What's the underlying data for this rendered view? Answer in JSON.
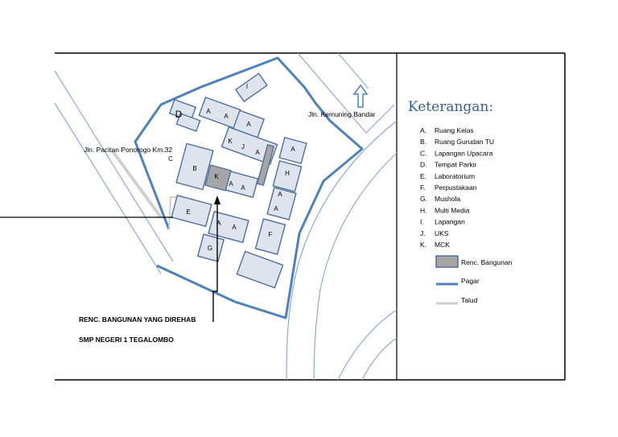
{
  "map": {
    "roads": {
      "north_label": "Jln. Kemuning Bandar",
      "west_label": "Jln. Pacitan Ponorogo Km.32"
    },
    "school_name": "SMP NEGERI 1 TEGALOMBO",
    "rehab_label": "RENC. BANGUNAN YANG DIREHAB",
    "building_letters": {
      "i": "I",
      "d": "D",
      "a1": "A",
      "a2": "A",
      "a3": "A",
      "k1": "K",
      "j": "J",
      "a4": "A",
      "a5": "A",
      "c": "C",
      "b": "B",
      "k2": "K",
      "a6": "A",
      "a7": "A",
      "h": "H",
      "a8": "A",
      "a9": "A",
      "e": "E",
      "a10": "A",
      "a11": "A",
      "f": "F",
      "g": "G"
    }
  },
  "legend": {
    "title": "Keterangan:",
    "items": [
      {
        "key": "A.",
        "label": "Ruang Kelas"
      },
      {
        "key": "B.",
        "label": "Ruang Gurudan TU"
      },
      {
        "key": "C.",
        "label": "Lapangan Upacara"
      },
      {
        "key": "D.",
        "label": "Tempat Parkir"
      },
      {
        "key": "E.",
        "label": "Laboratorium"
      },
      {
        "key": "F.",
        "label": "Perpustakaan"
      },
      {
        "key": "G.",
        "label": "Mushola"
      },
      {
        "key": "H.",
        "label": "Multi Media"
      },
      {
        "key": "I.",
        "label": "Lapangan"
      },
      {
        "key": "J.",
        "label": "UKS"
      },
      {
        "key": "K.",
        "label": "MCK"
      }
    ],
    "symbols": {
      "building": "Renc. Bangunan",
      "fence": "Pagar",
      "embankment": "Talud"
    }
  },
  "colors": {
    "fence": "#4f81bd",
    "building_outline": "#4f6f9b",
    "building_fill": "#dde4ee",
    "planned_building": "#a6a6a6",
    "road": "#8eaadb",
    "embankment": "#d0d0d0",
    "legend_title": "#365f91"
  },
  "icons": {
    "north_arrow": "up-arrow-icon"
  }
}
